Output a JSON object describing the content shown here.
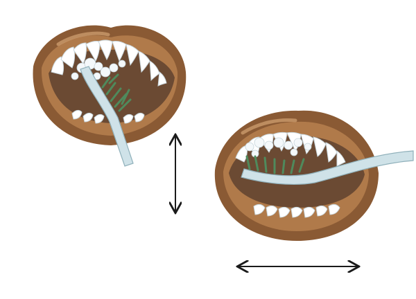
{
  "colors": {
    "background": "#ffffff",
    "lip_outer": "#8a5a34",
    "lip_inner": "#b07a4a",
    "lip_highlight": "#d3a273",
    "mouth_cavity": "#6b4a33",
    "tooth": "#ffffff",
    "tooth_shade": "#dfe8ec",
    "brush_handle": "#cfe2e8",
    "brush_handle_edge": "#8fb0ba",
    "bristles": "#4f8a5c",
    "foam": "#f4f8fa",
    "arrow": "#1a1a1a"
  },
  "icons": {
    "vertical_motion": "double-headed-vertical-arrow-icon",
    "horizontal_motion": "double-headed-horizontal-arrow-icon"
  },
  "panels": [
    {
      "name": "mouth-upper-teeth-brushing",
      "brush_orientation": "vertical"
    },
    {
      "name": "mouth-lower-teeth-brushing",
      "brush_orientation": "horizontal"
    }
  ]
}
